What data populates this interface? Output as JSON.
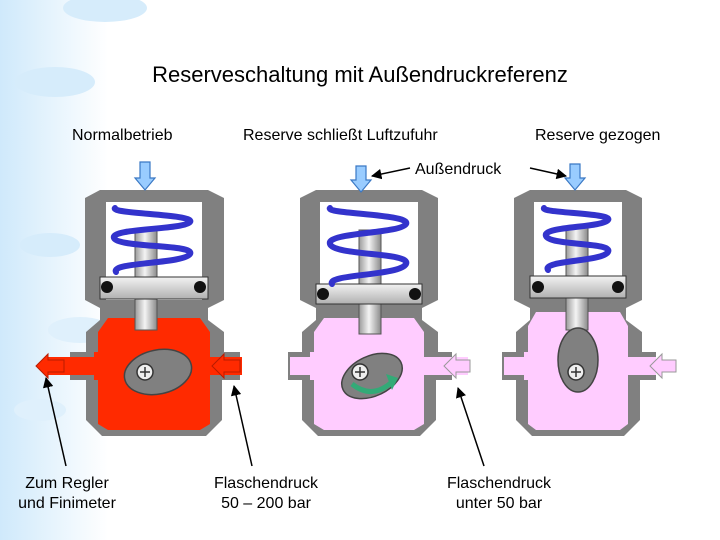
{
  "title": "Reserveschaltung mit Außendruckreferenz",
  "states": {
    "normal": "Normalbetrieb",
    "closing": "Reserve schließt Luftzufuhr",
    "pulled": "Reserve gezogen"
  },
  "annotation": "Außendruck",
  "bottom": {
    "left": {
      "line1": "Zum Regler",
      "line2": "und Finimeter"
    },
    "middle": {
      "line1": "Flaschendruck",
      "line2": "50 – 200 bar"
    },
    "right": {
      "line1": "Flaschendruck",
      "line2": "unter 50 bar"
    }
  },
  "colors": {
    "body_gray": "#808080",
    "high_pressure": "#ff2a00",
    "low_pressure": "#ffccff",
    "spring": "#3333cc",
    "arrow_blue": "#99ccff",
    "rotate_arrow": "#33aa77"
  }
}
